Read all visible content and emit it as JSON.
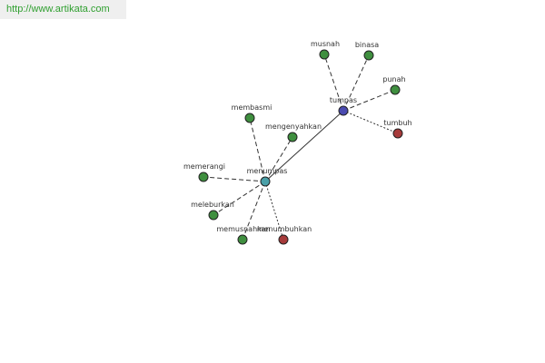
{
  "source_url": "http://www.artikata.com",
  "colors": {
    "synonym_node": "#3f8f3f",
    "antonym_node": "#a63a3a",
    "center_node": "#4a4ab0",
    "sub_center_node": "#4aa0a8",
    "edge": "#333333"
  },
  "graph": {
    "nodes": [
      {
        "id": "tumpas",
        "label": "tumpas",
        "kind": "center"
      },
      {
        "id": "menumpas",
        "label": "menumpas",
        "kind": "sub-center"
      },
      {
        "id": "musnah",
        "label": "musnah",
        "kind": "synonym"
      },
      {
        "id": "binasa",
        "label": "binasa",
        "kind": "synonym"
      },
      {
        "id": "punah",
        "label": "punah",
        "kind": "synonym"
      },
      {
        "id": "tumbuh",
        "label": "tumbuh",
        "kind": "antonym"
      },
      {
        "id": "membasmi",
        "label": "membasmi",
        "kind": "synonym"
      },
      {
        "id": "mengenyahkan",
        "label": "mengenyahkan",
        "kind": "synonym"
      },
      {
        "id": "memerangi",
        "label": "memerangi",
        "kind": "synonym"
      },
      {
        "id": "meleburkan",
        "label": "meleburkan",
        "kind": "synonym"
      },
      {
        "id": "memusnahkan",
        "label": "memusnahkan",
        "kind": "synonym"
      },
      {
        "id": "menumbuhkan",
        "label": "menumbuhkan",
        "kind": "antonym"
      }
    ],
    "edges": [
      {
        "from": "tumpas",
        "to": "menumpas",
        "style": "solid"
      },
      {
        "from": "tumpas",
        "to": "musnah",
        "style": "dashed"
      },
      {
        "from": "tumpas",
        "to": "binasa",
        "style": "dashed"
      },
      {
        "from": "tumpas",
        "to": "punah",
        "style": "dashed"
      },
      {
        "from": "tumpas",
        "to": "tumbuh",
        "style": "dotted"
      },
      {
        "from": "menumpas",
        "to": "membasmi",
        "style": "dashed"
      },
      {
        "from": "menumpas",
        "to": "mengenyahkan",
        "style": "dashed"
      },
      {
        "from": "menumpas",
        "to": "memerangi",
        "style": "dashed"
      },
      {
        "from": "menumpas",
        "to": "meleburkan",
        "style": "dashed"
      },
      {
        "from": "menumpas",
        "to": "memusnahkan",
        "style": "dashed"
      },
      {
        "from": "menumpas",
        "to": "menumbuhkan",
        "style": "dotted"
      }
    ]
  }
}
